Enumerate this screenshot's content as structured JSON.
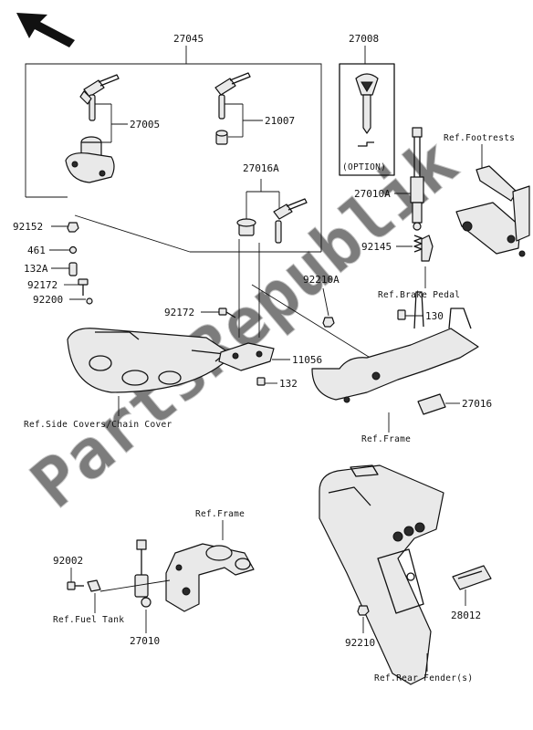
{
  "watermark": "PartsRepublik",
  "labels": {
    "p27045": "27045",
    "p27008": "27008",
    "p27005": "27005",
    "p21007": "21007",
    "p27016A": "27016A",
    "p92152": "92152",
    "p461": "461",
    "p132A": "132A",
    "p27010A": "27010A",
    "p92145": "92145",
    "p92172a": "92172",
    "p92200": "92200",
    "p92172b": "92172",
    "p92210A": "92210A",
    "p130": "130",
    "p11056": "11056",
    "p132": "132",
    "p27016": "27016",
    "p92002": "92002",
    "p27010": "27010",
    "p28012": "28012",
    "p92210": "92210"
  },
  "refs": {
    "footrests": "Ref.Footrests",
    "brake_pedal": "Ref.Brake Pedal",
    "side_covers": "Ref.Side Covers/Chain Cover",
    "frame1": "Ref.Frame",
    "frame2": "Ref.Frame",
    "fuel_tank": "Ref.Fuel Tank",
    "rear_fender": "Ref.Rear Fender(s)"
  },
  "option_text": "(OPTION)",
  "icons": [
    "direction-arrow-icon",
    "key-icon",
    "ignition-switch-icon",
    "lock-cylinder-icon",
    "bolt-icon",
    "nut-icon",
    "sensor-icon",
    "frame-bracket-icon"
  ]
}
